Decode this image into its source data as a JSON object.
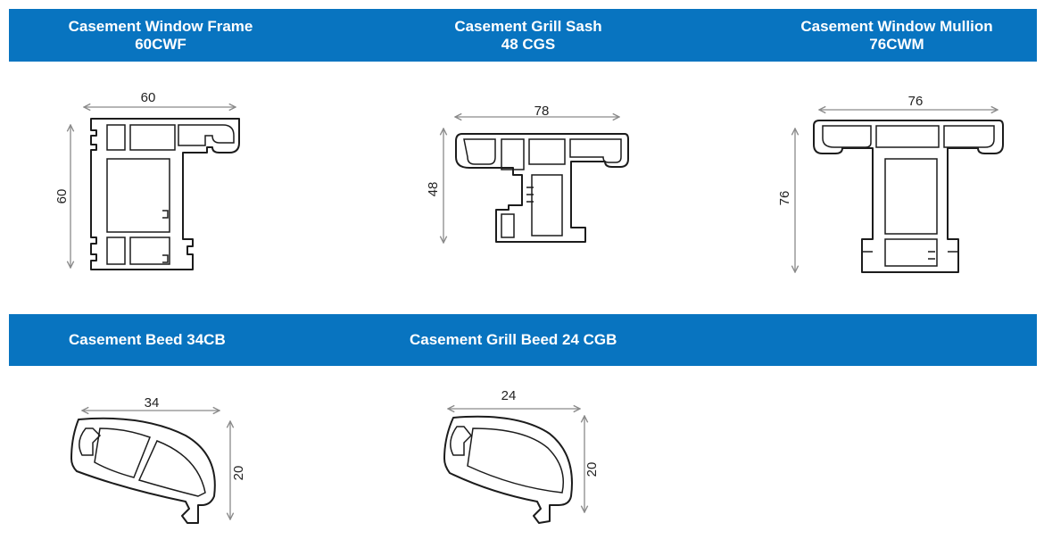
{
  "headers": {
    "frame": {
      "title": "Casement Window Frame",
      "code": "60CWF"
    },
    "grill_sash": {
      "title": "Casement Grill Sash",
      "code": "48 CGS"
    },
    "mullion": {
      "title": "Casement Window Mullion",
      "code": "76CWM"
    },
    "beed": {
      "title": "Casement Beed 34CB"
    },
    "grill_beed": {
      "title": "Casement Grill Beed 24 CGB"
    }
  },
  "dimensions": {
    "frame": {
      "width": "60",
      "height": "60"
    },
    "grill_sash": {
      "width": "78",
      "height": "48"
    },
    "mullion": {
      "width": "76",
      "height": "76"
    },
    "beed": {
      "width": "34",
      "height": "20"
    },
    "grill_beed": {
      "width": "24",
      "height": "20"
    }
  },
  "colors": {
    "header_band": "#0874c0",
    "header_text": "#ffffff",
    "outline": "#1c1c1c",
    "dimension_line": "#8a8a8a"
  }
}
